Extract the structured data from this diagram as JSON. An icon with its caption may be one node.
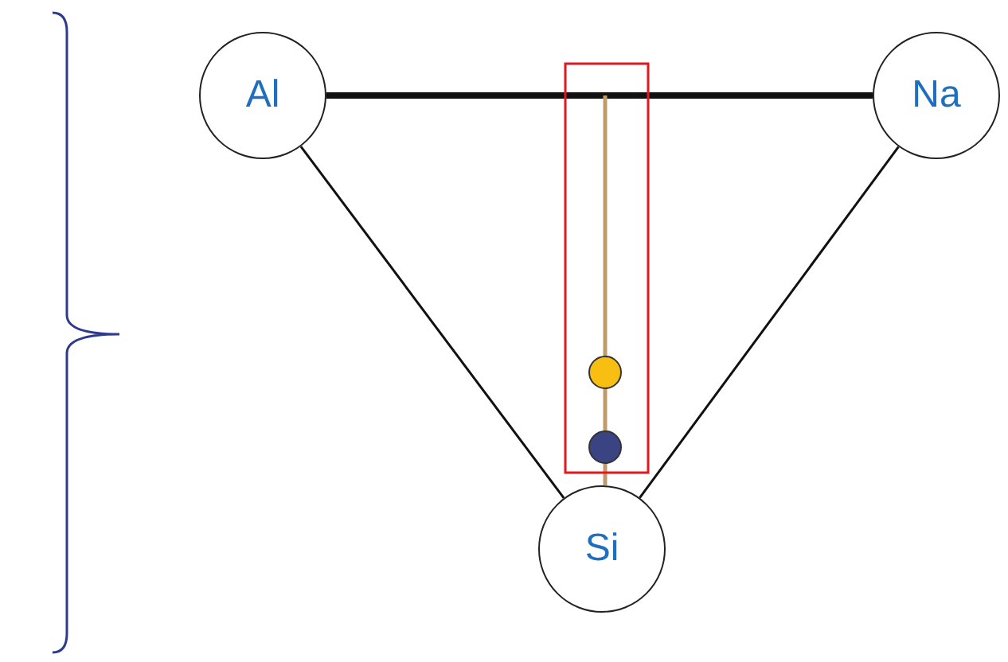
{
  "diagram": {
    "nodes": [
      {
        "text": [
          "Al"
        ]
      },
      {
        "text": [
          "Na"
        ]
      },
      {
        "text": [
          "Si"
        ]
      }
    ],
    "edges": [
      {
        "from": 0,
        "to": 1,
        "arrow": "none",
        "style": "thick"
      },
      {
        "from": 0,
        "to": 2,
        "arrow": "none"
      },
      {
        "from": 1,
        "to": 2,
        "arrow": "none"
      },
      {
        "from": null,
        "to": 2,
        "arrow": "none",
        "color": "#c09a6b"
      }
    ]
  }
}
